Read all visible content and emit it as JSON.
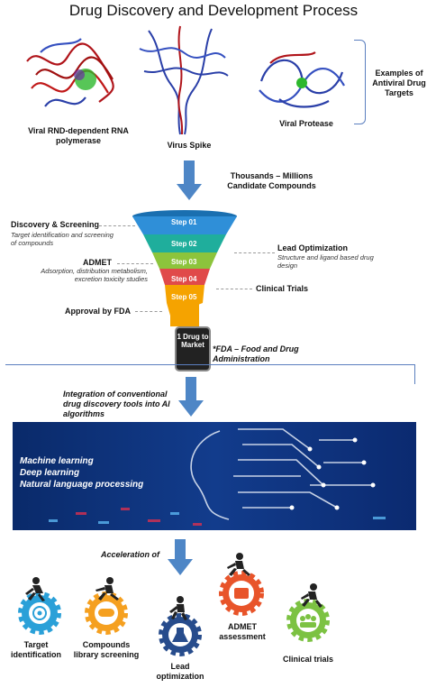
{
  "title": "Drug Discovery and Development Process",
  "targets": {
    "rdrp": "Viral RND-dependent RNA polymerase",
    "spike": "Virus Spike",
    "protease": "Viral Protease",
    "examples": "Examples of Antiviral Drug Targets"
  },
  "candidates": "Thousands – Millions  Candidate Compounds",
  "funnel": {
    "steps": [
      "Step 01",
      "Step 02",
      "Step 03",
      "Step 04",
      "Step 05"
    ],
    "step_colors": [
      "#2f8fd8",
      "#1fae9c",
      "#8cc43c",
      "#e04a4a",
      "#f5a300"
    ],
    "discovery_title": "Discovery & Screening",
    "discovery_sub": "Target identification and screening of compounds",
    "admet_title": "ADMET",
    "admet_sub": "Adsorption, distribution metabolism, excretion toxicity studies",
    "approval": "Approval by FDA",
    "lead_title": "Lead Optimization",
    "lead_sub": "Structure and ligand based drug design",
    "clinical": "Clinical  Trials",
    "bottle": "1 Drug to Market",
    "fda_note": "*FDA – Food and Drug Administration"
  },
  "integration": "Integration of conventional drug discovery tools into AI algorithms",
  "ai_items": [
    "Machine learning",
    "Deep learning",
    "Natural language processing"
  ],
  "acceleration": "Acceleration of",
  "gears": [
    {
      "label": "Target identification",
      "color": "#2aa0d8"
    },
    {
      "label": "Compounds library screening",
      "color": "#f5a020"
    },
    {
      "label": "Lead optimization",
      "color": "#274c8c"
    },
    {
      "label": "ADMET assessment",
      "color": "#e8542a"
    },
    {
      "label": "Clinical trials",
      "color": "#7cc242"
    }
  ]
}
